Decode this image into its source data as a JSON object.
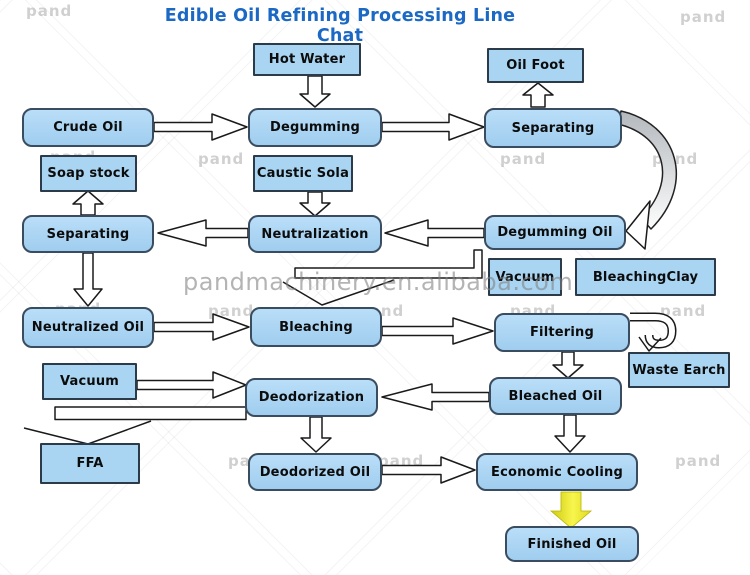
{
  "title": "Edible Oil Refining Processing Line Chat",
  "watermarks": {
    "main": "pandmachinery.en.alibaba.com",
    "tile": "pand"
  },
  "colors": {
    "title_blue": "#1b69c4",
    "box_fill": "#a9d4f2",
    "box_border": "#33465a",
    "arrow_fill": "#ffffff",
    "arrow_stroke": "#1a1a1a",
    "curve_gray": "#b7bcc1",
    "final_arrow_yellow": "#efe92d"
  },
  "nodes": [
    {
      "id": "hot-water",
      "label": "Hot Water",
      "shape": "rect"
    },
    {
      "id": "oil-foot",
      "label": "Oil Foot",
      "shape": "rect"
    },
    {
      "id": "crude-oil",
      "label": "Crude Oil",
      "shape": "rounded"
    },
    {
      "id": "degumming",
      "label": "Degumming",
      "shape": "rounded"
    },
    {
      "id": "separating-top",
      "label": "Separating",
      "shape": "rounded"
    },
    {
      "id": "soap-stock",
      "label": "Soap stock",
      "shape": "rect"
    },
    {
      "id": "caustic-sola",
      "label": "Caustic Sola",
      "shape": "rect"
    },
    {
      "id": "separating-left",
      "label": "Separating",
      "shape": "rounded"
    },
    {
      "id": "neutralization",
      "label": "Neutralization",
      "shape": "rounded"
    },
    {
      "id": "degumming-oil",
      "label": "Degumming Oil",
      "shape": "rounded"
    },
    {
      "id": "vacuum-top",
      "label": "Vacuum",
      "shape": "rect"
    },
    {
      "id": "bleaching-clay",
      "label": "BleachingClay",
      "shape": "rect"
    },
    {
      "id": "neutralized-oil",
      "label": "Neutralized Oil",
      "shape": "rounded"
    },
    {
      "id": "bleaching",
      "label": "Bleaching",
      "shape": "rounded"
    },
    {
      "id": "filtering",
      "label": "Filtering",
      "shape": "rounded"
    },
    {
      "id": "waste-earch",
      "label": "Waste Earch",
      "shape": "rect"
    },
    {
      "id": "vacuum-left",
      "label": "Vacuum",
      "shape": "rect"
    },
    {
      "id": "deodorization",
      "label": "Deodorization",
      "shape": "rounded"
    },
    {
      "id": "bleached-oil",
      "label": "Bleached Oil",
      "shape": "rounded"
    },
    {
      "id": "ffa",
      "label": "FFA",
      "shape": "rect"
    },
    {
      "id": "deodorized-oil",
      "label": "Deodorized Oil",
      "shape": "rounded"
    },
    {
      "id": "economic-cooling",
      "label": "Economic Cooling",
      "shape": "rounded"
    },
    {
      "id": "finished-oil",
      "label": "Finished Oil",
      "shape": "rounded"
    }
  ],
  "edges": [
    {
      "from": "Hot Water",
      "to": "Degumming",
      "style": "hollow-down"
    },
    {
      "from": "Crude Oil",
      "to": "Degumming",
      "style": "hollow-right"
    },
    {
      "from": "Degumming",
      "to": "Separating",
      "style": "hollow-right"
    },
    {
      "from": "Separating",
      "to": "Oil Foot",
      "style": "hollow-up"
    },
    {
      "from": "Separating",
      "to": "Degumming Oil",
      "style": "gray-curve"
    },
    {
      "from": "Caustic Sola",
      "to": "Neutralization",
      "style": "hollow-down"
    },
    {
      "from": "Degumming Oil",
      "to": "Neutralization",
      "style": "hollow-left"
    },
    {
      "from": "Neutralization",
      "to": "Separating",
      "style": "hollow-left"
    },
    {
      "from": "Separating",
      "to": "Soap stock",
      "style": "hollow-up"
    },
    {
      "from": "Separating",
      "to": "Neutralized Oil",
      "style": "hollow-down"
    },
    {
      "from": "Degumming Oil",
      "to": "Bleaching",
      "style": "elbow-down"
    },
    {
      "from": "Neutralized Oil",
      "to": "Bleaching",
      "style": "hollow-right"
    },
    {
      "from": "Bleaching",
      "to": "Filtering",
      "style": "hollow-right"
    },
    {
      "from": "Filtering",
      "to": "Waste Earch",
      "style": "hook-curve"
    },
    {
      "from": "Filtering",
      "to": "Bleached Oil",
      "style": "hollow-down"
    },
    {
      "from": "Bleached Oil",
      "to": "Deodorization",
      "style": "hollow-left"
    },
    {
      "from": "Vacuum",
      "to": "Deodorization",
      "style": "hollow-right"
    },
    {
      "from": "Deodorization",
      "to": "FFA",
      "style": "elbow-down"
    },
    {
      "from": "Deodorization",
      "to": "Deodorized Oil",
      "style": "hollow-down"
    },
    {
      "from": "Bleached Oil",
      "to": "Economic Cooling",
      "style": "hollow-down"
    },
    {
      "from": "Deodorized Oil",
      "to": "Economic Cooling",
      "style": "hollow-right"
    },
    {
      "from": "Economic Cooling",
      "to": "Finished Oil",
      "style": "yellow-down"
    }
  ]
}
